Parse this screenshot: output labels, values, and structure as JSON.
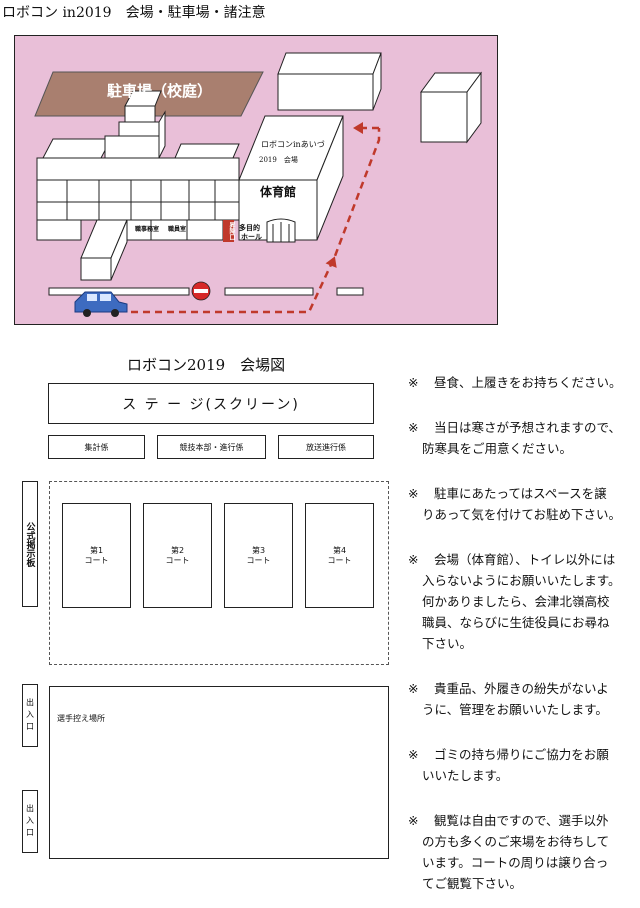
{
  "page_title": "ロボコン in2019　会場・駐車場・諸注意",
  "map": {
    "parking_label": "駐車場（校庭）",
    "gym_name": "体育館",
    "gym_sign_line1": "ロボコンinあいづ",
    "gym_sign_line2": "2019　会場",
    "room_office": "職事務室",
    "room_staff": "職員室",
    "entrance": "昇降口",
    "hall_line1": "多目的",
    "hall_line2": "ホール",
    "colors": {
      "background": "#e9bfd8",
      "parking": "#a97f6f",
      "route": "#c0392b",
      "car": "#3d6bc0"
    },
    "icons": [
      "car-icon",
      "no-entry-icon"
    ]
  },
  "venue": {
    "title": "ロボコン2019　会場図",
    "stage": "ス テ ー ジ(スクリーン)",
    "staff": [
      "集計係",
      "競技本部・進行係",
      "放送進行係"
    ],
    "board": "公式掲示板",
    "courts": [
      {
        "num": "第1",
        "label": "コート"
      },
      {
        "num": "第2",
        "label": "コート"
      },
      {
        "num": "第3",
        "label": "コート"
      },
      {
        "num": "第4",
        "label": "コート"
      }
    ],
    "exit_label": "出入口",
    "waiting_area": "選手控え場所"
  },
  "notes": [
    {
      "mark": "※",
      "lines": [
        "昼食、上履きをお持ちください。"
      ]
    },
    {
      "mark": "※",
      "lines": [
        "当日は寒さが予想されますので、",
        "防寒具をご用意ください。"
      ]
    },
    {
      "mark": "※",
      "lines": [
        "駐車にあたってはスペースを譲",
        "りあって気を付けてお駐め下さい。"
      ]
    },
    {
      "mark": "※",
      "lines": [
        "会場（体育館）、トイレ以外には",
        "入らないようにお願いいたします。",
        "何かありましたら、会津北嶺高校",
        "職員、ならびに生徒役員にお尋ね",
        "下さい。"
      ]
    },
    {
      "mark": "※",
      "lines": [
        "貴重品、外履きの紛失がないよ",
        "うに、管理をお願いいたします。"
      ]
    },
    {
      "mark": "※",
      "lines": [
        "ゴミの持ち帰りにご協力をお願",
        "いいたします。"
      ]
    },
    {
      "mark": "※",
      "lines": [
        "観覧は自由ですので、選手以外",
        "の方も多くのご来場をお待ちして",
        "います。コートの周りは譲り合っ",
        "てご観覧下さい。"
      ]
    }
  ]
}
